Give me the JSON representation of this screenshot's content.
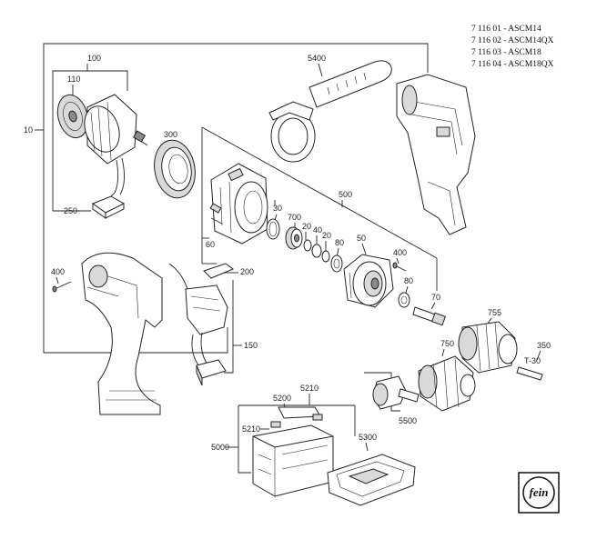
{
  "model_list": [
    "7 116 01 - ASCM14",
    "7 116 02 - ASCM14QX",
    "7 116 03 - ASCM18",
    "7 116 04 - ASCM18QX"
  ],
  "labels": {
    "p10": "10",
    "p100": "100",
    "p110": "110",
    "p250": "250",
    "p300": "300",
    "p5400": "5400",
    "p30": "30",
    "p700": "700",
    "p20a": "20",
    "p40": "40",
    "p20b": "20",
    "p80a": "80",
    "p500": "500",
    "p50": "50",
    "p60": "60",
    "p400a": "400",
    "p80b": "80",
    "p70": "70",
    "p400b": "400",
    "p200": "200",
    "p150": "150",
    "p755": "755",
    "p750": "750",
    "p350": "350",
    "pT30": "T-30",
    "p5500": "5500",
    "p5210a": "5210",
    "p5200": "5200",
    "p5210b": "5210",
    "p5300": "5300",
    "p5000": "5000"
  },
  "logo_text": "fein"
}
